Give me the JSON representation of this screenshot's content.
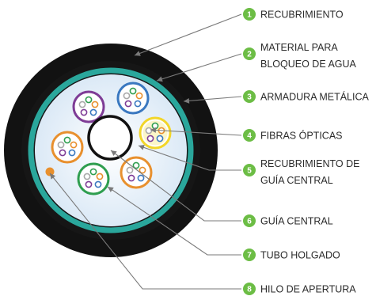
{
  "colors": {
    "badge": "#6cbd45",
    "jacket": "#121212",
    "water_block": "#2aa79c",
    "armor": "#161616",
    "core": "#e6f1fa",
    "central_guide": "#ffffff",
    "ripcord": "#e8902e"
  },
  "labels": [
    {
      "number": "1",
      "lines": [
        "RECUBRIMIENTO"
      ]
    },
    {
      "number": "2",
      "lines": [
        "MATERIAL PARA",
        "BLOQUEO DE AGUA"
      ]
    },
    {
      "number": "3",
      "lines": [
        "ARMADURA METÁLICA"
      ]
    },
    {
      "number": "4",
      "lines": [
        "FIBRAS ÓPTICAS"
      ]
    },
    {
      "number": "5",
      "lines": [
        "RECUBRIMIENTO DE",
        "GUÍA CENTRAL"
      ]
    },
    {
      "number": "6",
      "lines": [
        "GUÍA CENTRAL"
      ]
    },
    {
      "number": "7",
      "lines": [
        "TUBO HOLGADO"
      ]
    },
    {
      "number": "8",
      "lines": [
        "HILO DE APERTURA"
      ]
    }
  ],
  "loose_tubes": [
    {
      "color": "#7e3c96"
    },
    {
      "color": "#3a78c0"
    },
    {
      "color": "#f2d62a"
    },
    {
      "color": "#e8902e"
    },
    {
      "color": "#2f9e4f"
    },
    {
      "color": "#e8902e"
    }
  ],
  "fiber_colors": [
    "#2f9e4f",
    "#e8902e",
    "#3a78c0",
    "#7e3c96",
    "#a8a8a8",
    "#e8902e"
  ]
}
